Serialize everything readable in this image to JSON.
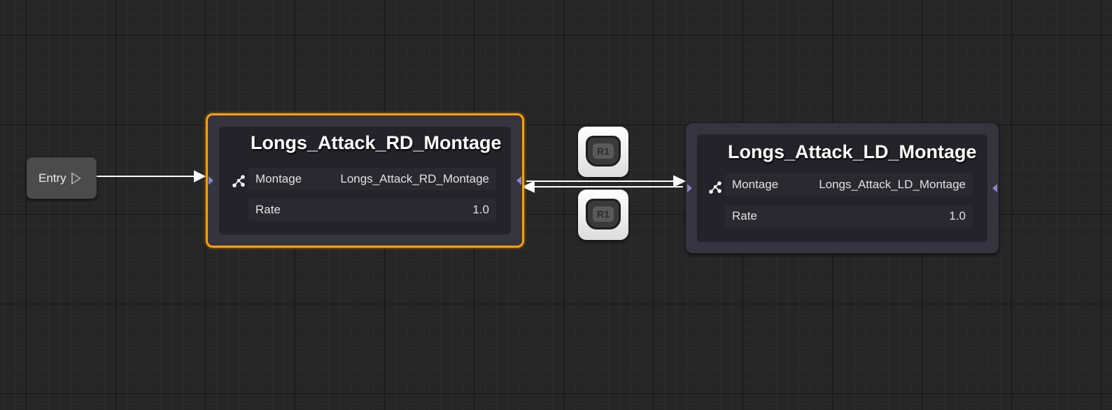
{
  "entry": {
    "label": "Entry"
  },
  "states": [
    {
      "title": "Longs_Attack_RD_Montage",
      "montage_label": "Montage",
      "montage_value": "Longs_Attack_RD_Montage",
      "rate_label": "Rate",
      "rate_value": "1.0",
      "selected": true
    },
    {
      "title": "Longs_Attack_LD_Montage",
      "montage_label": "Montage",
      "montage_value": "Longs_Attack_LD_Montage",
      "rate_label": "Rate",
      "rate_value": "1.0",
      "selected": false
    }
  ],
  "transitions": [
    {
      "icon": "r1-button-icon",
      "label": "R1"
    },
    {
      "icon": "r1-button-icon",
      "label": "R1"
    }
  ],
  "colors": {
    "selected_outline": "#f2a111",
    "node_bg": "#36343f",
    "graph_bg": "#262626",
    "pin": "#8b86c9"
  }
}
